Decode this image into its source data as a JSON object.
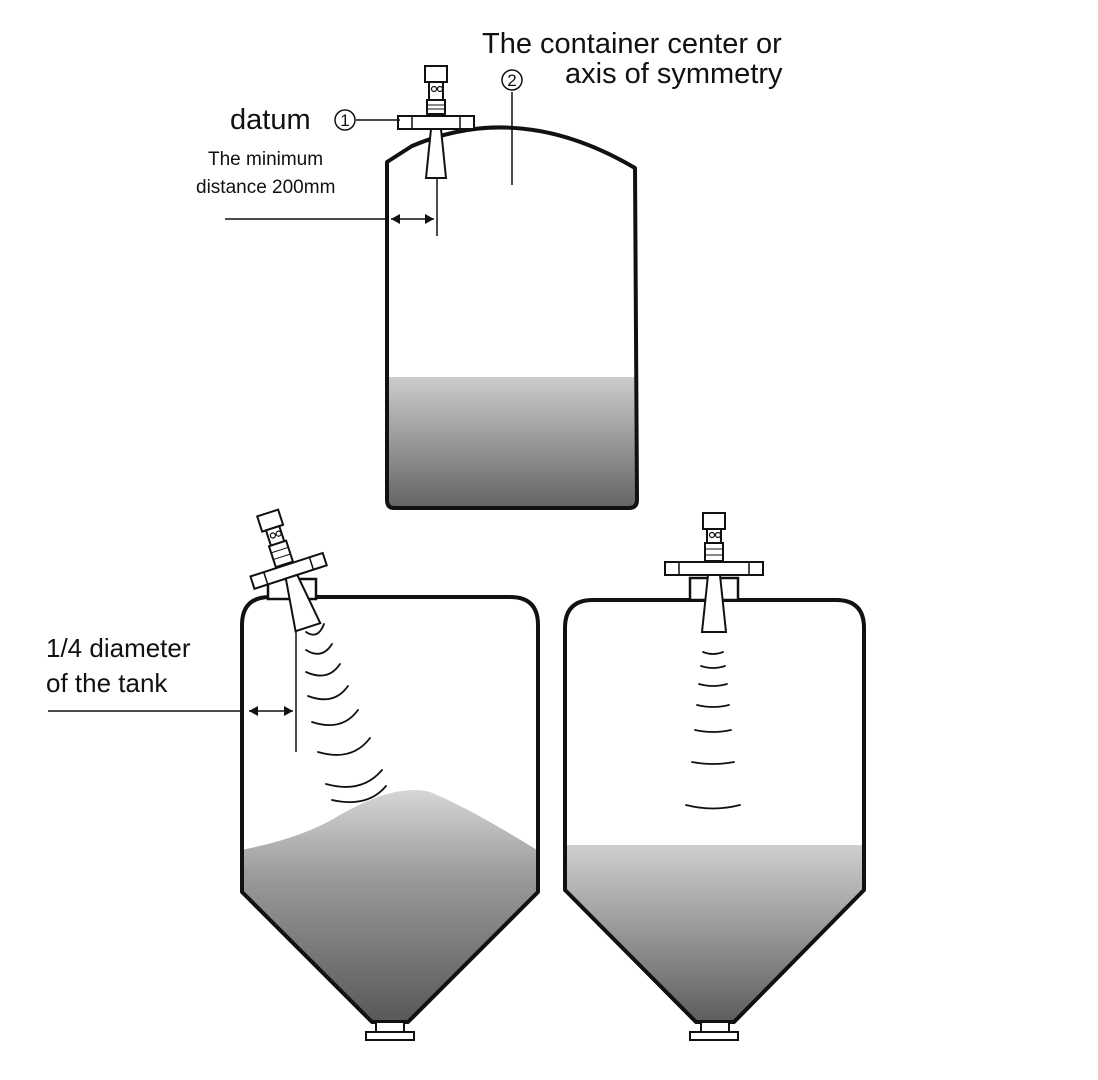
{
  "labels": {
    "container_center": "The container center or",
    "axis_symmetry": "axis of symmetry",
    "datum": "datum",
    "min_distance_line1": "The minimum",
    "min_distance_line2": "distance 200mm",
    "quarter_line1": "1/4 diameter",
    "quarter_line2": "of the tank"
  },
  "markers": {
    "datum_marker": "1",
    "axis_marker": "2"
  },
  "colors": {
    "outline": "#111111",
    "fill_light": "#cccccc",
    "fill_dark": "#585858",
    "background": "#ffffff"
  }
}
